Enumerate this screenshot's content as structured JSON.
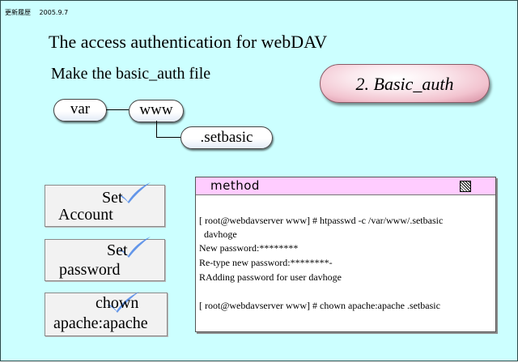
{
  "header": {
    "note_left": "更新履歴",
    "note_date": "2005.9.7"
  },
  "slide": {
    "title": "The access authentication for webDAV",
    "subtitle": "Make the basic_auth file",
    "badge": "2. Basic_auth"
  },
  "tree": {
    "root": "var",
    "child": "www",
    "file": ".setbasic"
  },
  "actions": [
    {
      "line1": "Set",
      "line2": "Account"
    },
    {
      "line1": "Set",
      "line2": "password"
    },
    {
      "line1": "chown",
      "line2": "apache:apache"
    }
  ],
  "method": {
    "title": "method",
    "lines": [
      "[ root@webdavserver www] # htpasswd -c /var/www/.setbasic",
      "  davhoge",
      "New password:********",
      "Re-type new password:********-",
      "RAdding password for user davhoge",
      "",
      "[ root@webdavserver www] # chown apache:apache .setbasic"
    ]
  },
  "colors": {
    "slide_bg": "#ccffff",
    "badge_pink": "#f2c3cf",
    "method_header": "#ffccff",
    "check_blue": "#4a86e8"
  }
}
